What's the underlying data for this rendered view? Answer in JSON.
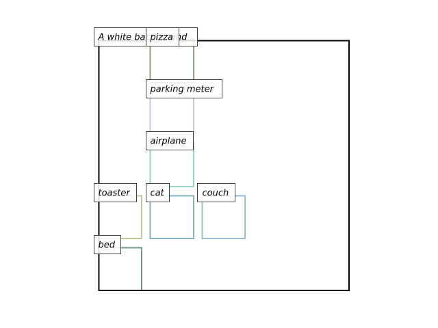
{
  "scene": {
    "background_label": "A white background",
    "border_color": "#000000",
    "objects": [
      {
        "label": "pizza",
        "color": "#8ba87a"
      },
      {
        "label": "parking meter",
        "color": "#dcc3ee"
      },
      {
        "label": "airplane",
        "color": "#9bd6c8"
      },
      {
        "label": "toaster",
        "color": "#c3c39b"
      },
      {
        "label": "cat",
        "color": "#86b4c0"
      },
      {
        "label": "couch",
        "color": "#9ebccd"
      },
      {
        "label": "bed",
        "color": "#78998c"
      }
    ]
  }
}
